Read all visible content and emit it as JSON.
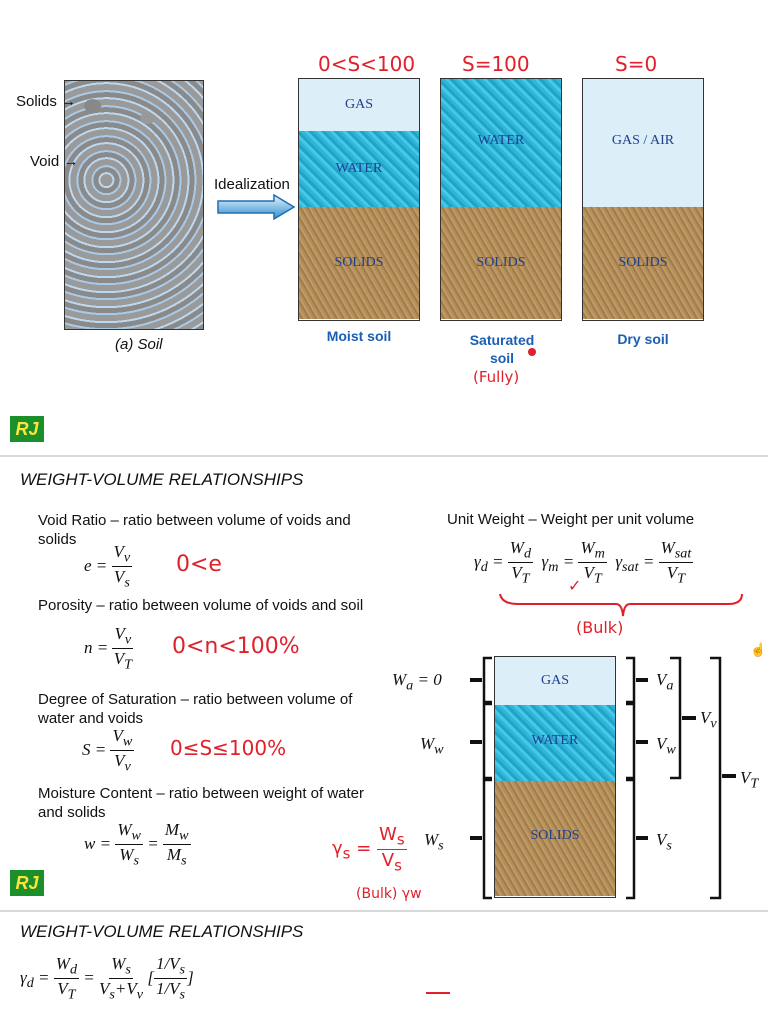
{
  "panel1": {
    "soil_labels": {
      "solids": "Solids",
      "void": "Void",
      "caption": "(a) Soil",
      "idealization": "Idealization"
    },
    "columns": [
      {
        "top_note": "0<S<100",
        "phases": [
          "GAS",
          "WATER",
          "SOLIDS"
        ],
        "label": "Moist soil"
      },
      {
        "top_note": "S=100",
        "phases": [
          "WATER",
          "SOLIDS"
        ],
        "label": "Saturated soil",
        "note": "(Fully)"
      },
      {
        "top_note": "S=0",
        "phases": [
          "GAS / AIR",
          "SOLIDS"
        ],
        "label": "Dry soil"
      }
    ]
  },
  "logo": "RJ",
  "panel2": {
    "title": "WEIGHT-VOLUME RELATIONSHIPS",
    "void_ratio": {
      "label": "Void Ratio – ratio between volume of voids and solids",
      "note": "0<e"
    },
    "porosity": {
      "label": "Porosity – ratio between volume of voids and soil",
      "note": "0<n<100%"
    },
    "saturation": {
      "label": "Degree of Saturation – ratio between volume of water and voids",
      "note": "0≤S≤100%"
    },
    "moisture": {
      "label": "Moisture Content – ratio between weight of water and solids"
    },
    "unit_weight": {
      "label": "Unit Weight – Weight per unit volume",
      "bulk_note": "(Bulk)"
    },
    "phase_diagram": {
      "phases": [
        "GAS",
        "WATER",
        "SOLIDS"
      ],
      "gamma_s_note": "(Bulk) γw"
    }
  },
  "panel3": {
    "title": "WEIGHT-VOLUME RELATIONSHIPS"
  }
}
